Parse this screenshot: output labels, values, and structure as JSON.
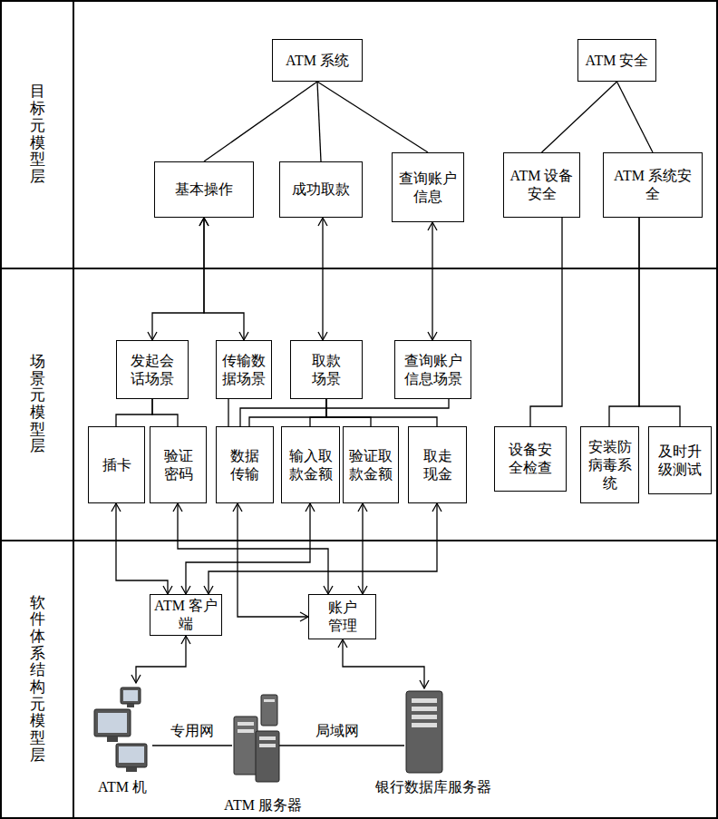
{
  "diagram": {
    "nodes": [
      {
        "text": [
          "目标元模型层"
        ]
      },
      {
        "text": [
          "ATM 系统"
        ],
        "in": 0
      },
      {
        "text": [
          "ATM 安全"
        ],
        "in": 0
      },
      {
        "text": [
          "基本操作"
        ],
        "in": 0
      },
      {
        "text": [
          "成功取款"
        ],
        "in": 0
      },
      {
        "text": [
          "查询账户信息"
        ],
        "in": 0
      },
      {
        "text": [
          "ATM 设备安全"
        ],
        "in": 0
      },
      {
        "text": [
          "ATM 系统安全"
        ],
        "in": 0
      },
      {
        "text": [
          "场景元模型层"
        ]
      },
      {
        "text": [
          "发起会话场景"
        ],
        "in": 8
      },
      {
        "text": [
          "传输数据场景"
        ],
        "in": 8
      },
      {
        "text": [
          "取款场景"
        ],
        "in": 8
      },
      {
        "text": [
          "查询账户信息场景"
        ],
        "in": 8
      },
      {
        "text": [
          "插卡"
        ],
        "in": 8
      },
      {
        "text": [
          "验证密码"
        ],
        "in": 8
      },
      {
        "text": [
          "数据传输"
        ],
        "in": 8
      },
      {
        "text": [
          "输入取款金额"
        ],
        "in": 8
      },
      {
        "text": [
          "验证取款金额"
        ],
        "in": 8
      },
      {
        "text": [
          "取走现金"
        ],
        "in": 8
      },
      {
        "text": [
          "设备安全检查"
        ],
        "in": 8
      },
      {
        "text": [
          "安装防病毒系统"
        ],
        "in": 8
      },
      {
        "text": [
          "及时升级测试"
        ],
        "in": 8
      },
      {
        "text": [
          "软件体系结构元模型层"
        ]
      },
      {
        "text": [
          "ATM 客户端"
        ],
        "in": 22
      },
      {
        "text": [
          "账户管理"
        ],
        "in": 22
      }
    ],
    "edges": [
      {
        "from": 1,
        "to": 3,
        "arrow": "none"
      },
      {
        "from": 1,
        "to": 4,
        "arrow": "none"
      },
      {
        "from": 1,
        "to": 5,
        "arrow": "none"
      },
      {
        "from": 2,
        "to": 6,
        "arrow": "none"
      },
      {
        "from": 2,
        "to": 7,
        "arrow": "none"
      },
      {
        "from": 3,
        "to": 9,
        "arrow": "both"
      },
      {
        "from": 3,
        "to": 10,
        "arrow": "both"
      },
      {
        "from": 4,
        "to": 11,
        "arrow": "both"
      },
      {
        "from": 5,
        "to": 12,
        "arrow": "both"
      },
      {
        "from": 6,
        "to": 19,
        "arrow": "none"
      },
      {
        "from": 7,
        "to": 20,
        "arrow": "none"
      },
      {
        "from": 7,
        "to": 21,
        "arrow": "none"
      },
      {
        "from": 9,
        "to": 13,
        "arrow": "none"
      },
      {
        "from": 9,
        "to": 14,
        "arrow": "none"
      },
      {
        "from": 10,
        "to": 15,
        "arrow": "none"
      },
      {
        "from": 11,
        "to": 15,
        "arrow": "none"
      },
      {
        "from": 11,
        "to": 16,
        "arrow": "none"
      },
      {
        "from": 11,
        "to": 17,
        "arrow": "none"
      },
      {
        "from": 11,
        "to": 18,
        "arrow": "none"
      },
      {
        "from": 12,
        "to": 15,
        "arrow": "none"
      },
      {
        "from": 13,
        "to": 23,
        "arrow": "both"
      },
      {
        "from": 14,
        "to": 24,
        "arrow": "both"
      },
      {
        "from": 15,
        "to": 24,
        "arrow": "both"
      },
      {
        "from": 16,
        "to": 23,
        "arrow": "both"
      },
      {
        "from": 17,
        "to": 24,
        "arrow": "both"
      },
      {
        "from": 18,
        "to": 23,
        "arrow": "both"
      }
    ],
    "labels": [
      "专用网",
      "局域网",
      "ATM 机",
      "银行数据库服务器",
      "ATM 服务器"
    ]
  }
}
